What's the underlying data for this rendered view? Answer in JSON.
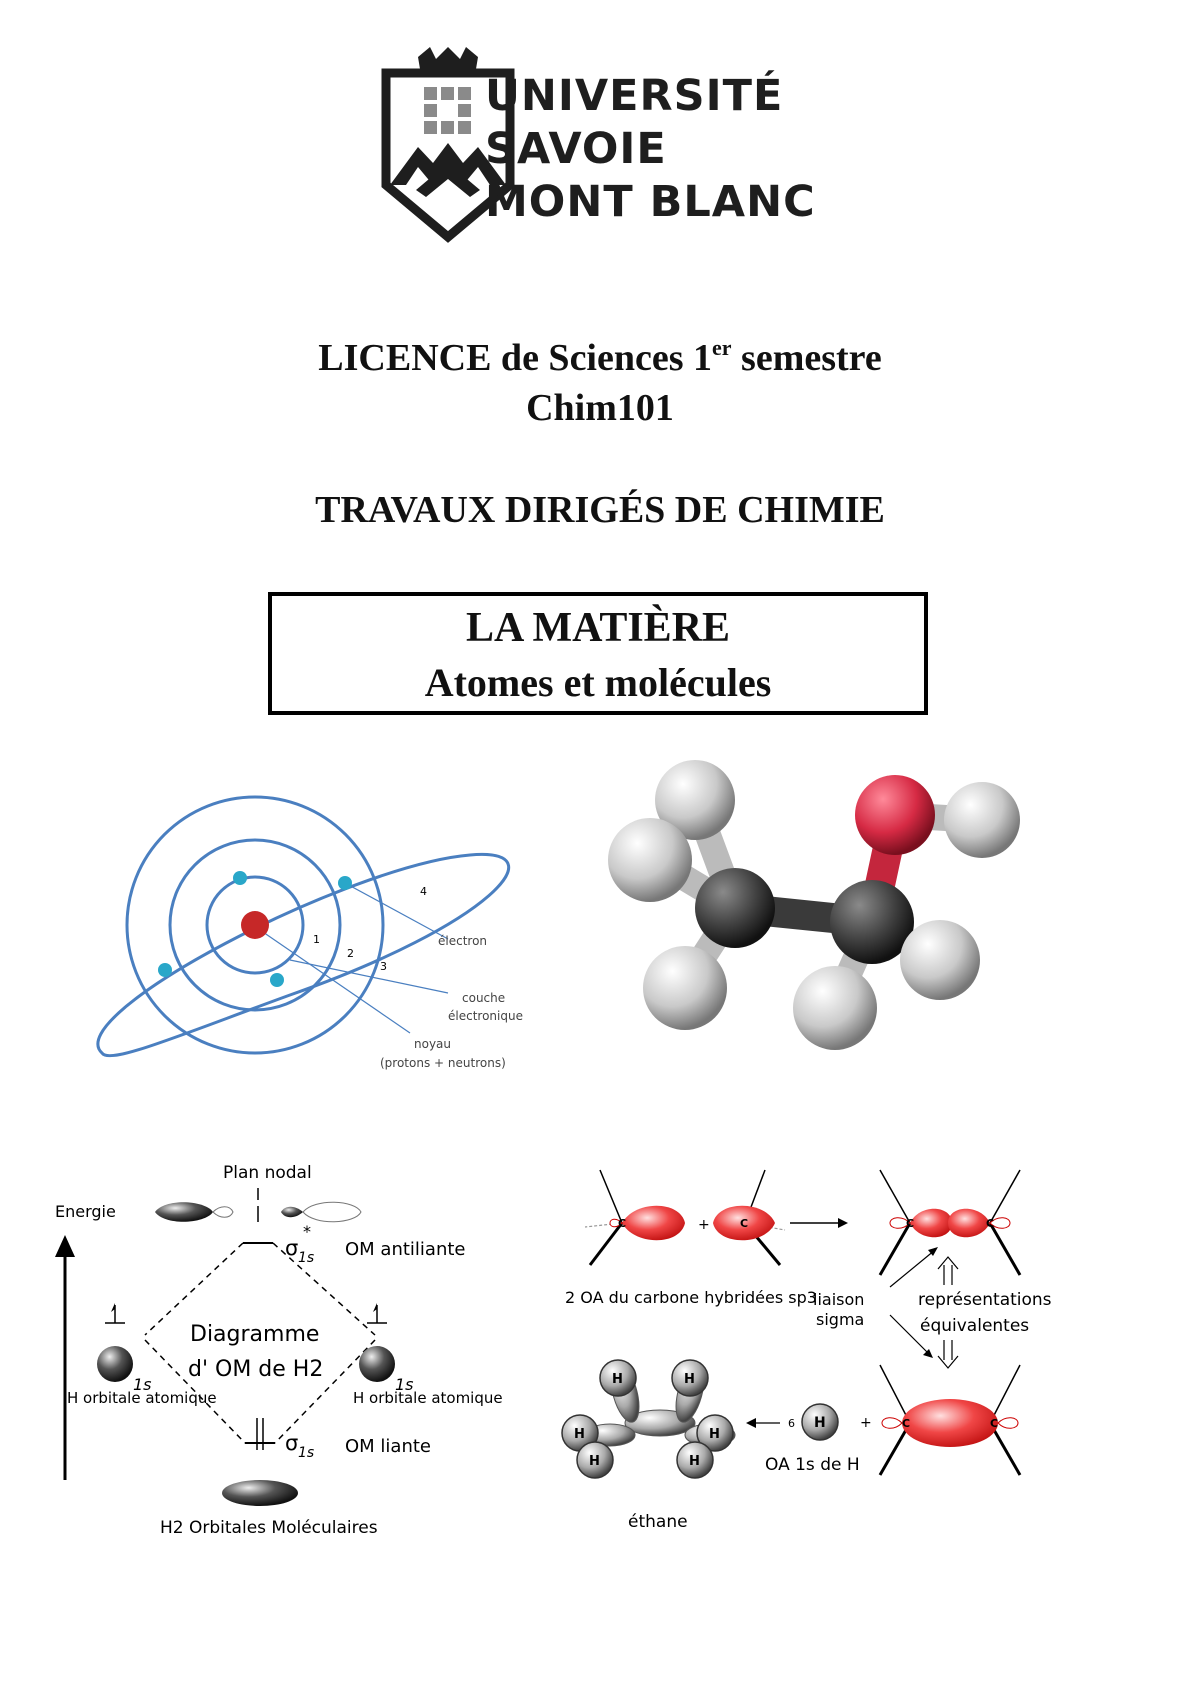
{
  "logo": {
    "line1": "UNIVERSITÉ",
    "line2": "SAVOIE",
    "line3": "MONT BLANC"
  },
  "header": {
    "licence_prefix": "LICENCE de Sciences 1",
    "licence_sup": "er",
    "licence_suffix": " semestre",
    "course": "Chim101",
    "td": "TRAVAUX DIRIGÉS DE CHIMIE"
  },
  "box": {
    "title": "LA MATIÈRE",
    "subtitle": "Atomes et molécules"
  },
  "atom": {
    "num1": "1",
    "num2": "2",
    "num3": "3",
    "num4": "4",
    "electron": "électron",
    "shell_1": "couche",
    "shell_2": "électronique",
    "nucleus_1": "noyau",
    "nucleus_2": "(protons + neutrons)"
  },
  "om_diagram": {
    "energy": "Energie",
    "plan_nodal": "Plan nodal",
    "sigma_star": "σ",
    "sigma_star_sub": "1s",
    "star": "*",
    "antiliante": "OM antiliante",
    "diagram_1": "Diagramme",
    "diagram_2": "d' OM de H2",
    "label_1s_left": "1s",
    "label_1s_right": "1s",
    "h_left": "H orbitale atomique",
    "h_right": "H orbitale atomique",
    "sigma": "σ",
    "sigma_sub": "1s",
    "liante": "OM liante",
    "bottom": "H2 Orbitales Moléculaires"
  },
  "hybrid": {
    "plus_1": "+",
    "c_left": "C",
    "c_right": "C",
    "c_a": "C",
    "c_b": "C",
    "c_c": "C",
    "c_d": "C",
    "oa_carbon": "2 OA du carbone hybridées sp3",
    "liaison": "liaison",
    "sigma": "sigma",
    "rep_1": "représentations",
    "rep_2": "équivalentes",
    "six": "6",
    "h": "H",
    "plus_2": "+",
    "oa_h": "OA 1s de H",
    "ethane": "éthane",
    "eh1": "H",
    "eh2": "H",
    "eh3": "H",
    "eh4": "H",
    "eh5": "H",
    "eh6": "H"
  }
}
